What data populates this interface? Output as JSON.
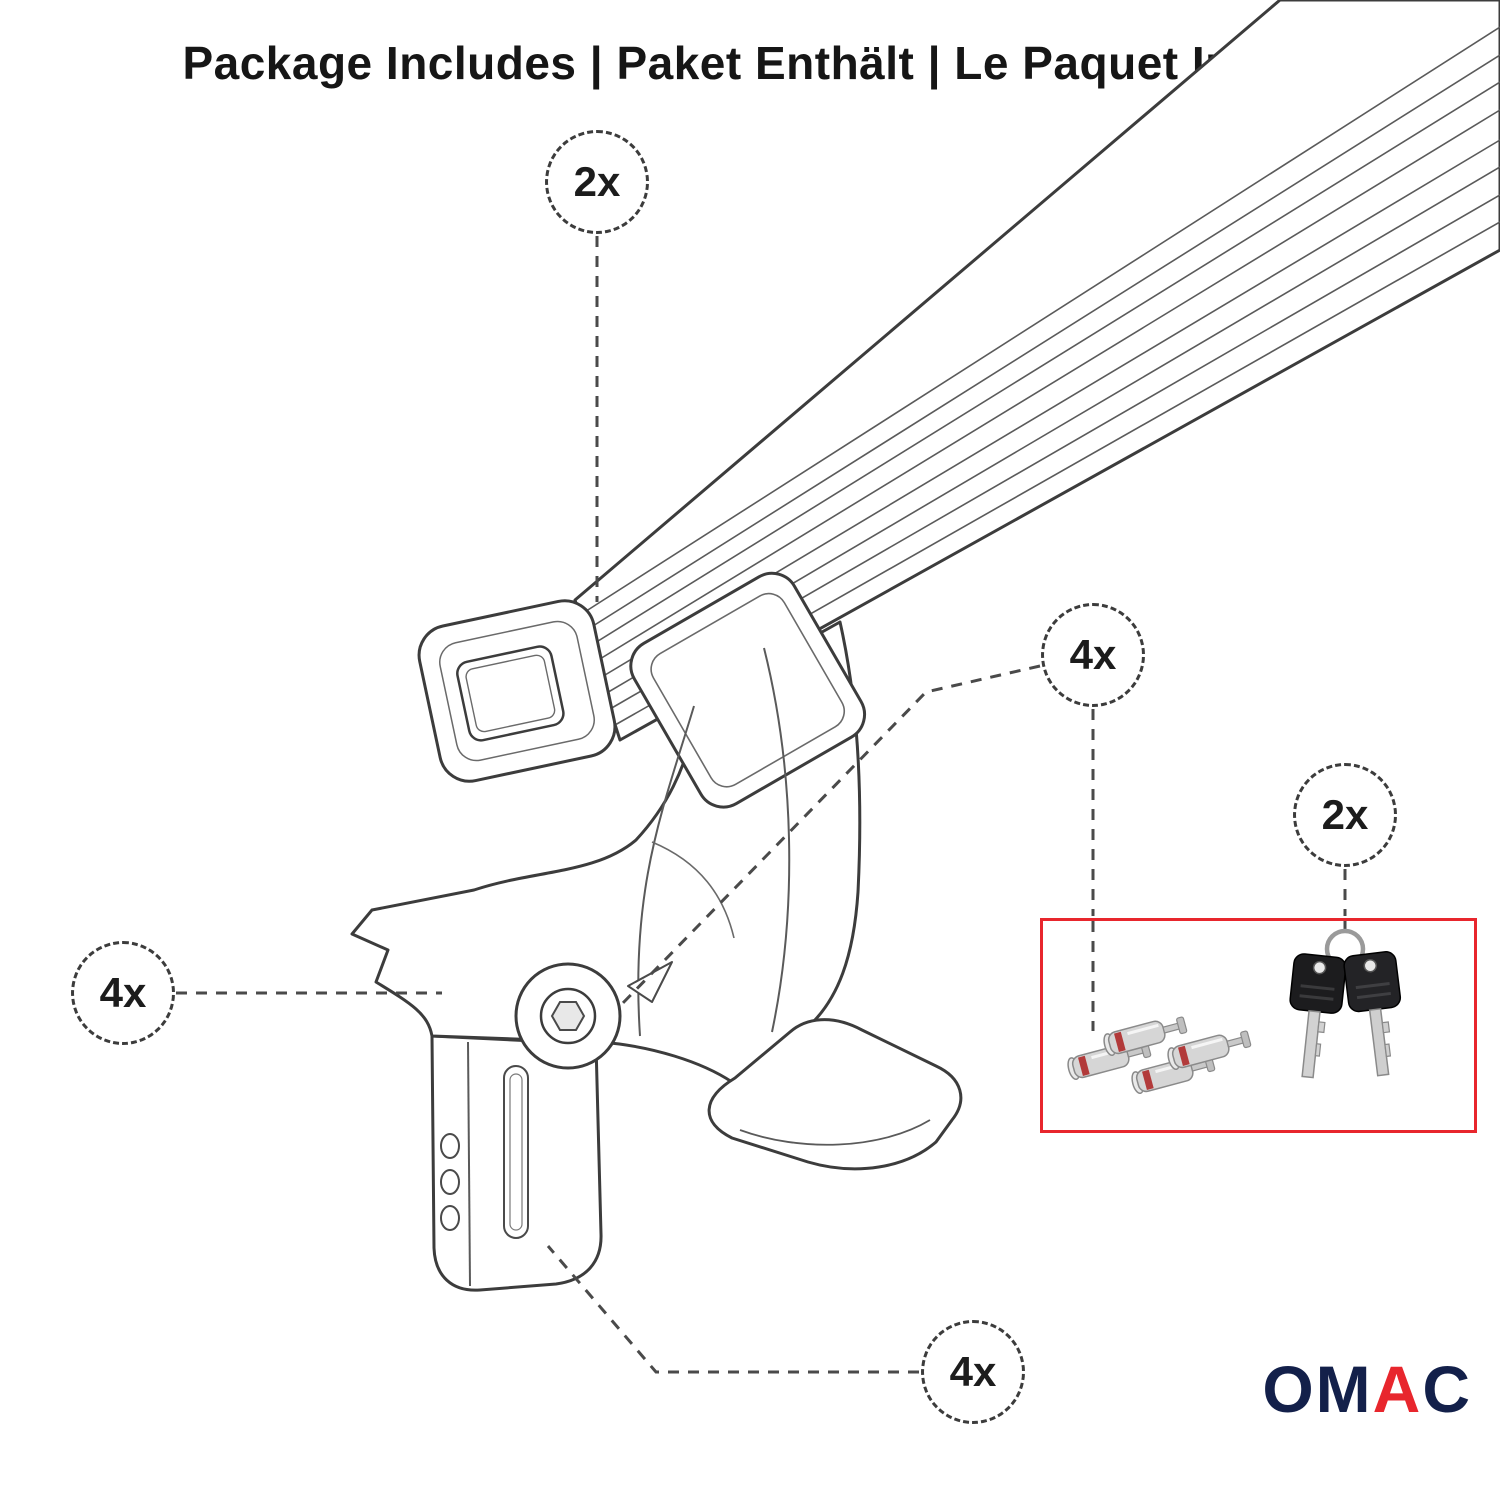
{
  "title": "Package Includes | Paket Enthält | Le Paquet Inclut",
  "callouts": {
    "crossbar_qty": "2x",
    "locks_qty": "4x",
    "keys_qty": "2x",
    "foot_qty": "4x",
    "clamp_qty": "4x"
  },
  "logo": {
    "o": "O",
    "m": "M",
    "a": "A",
    "c": "C"
  },
  "colors": {
    "accent_red": "#E8262D",
    "line_dark": "#3C3C3C",
    "logo_navy": "#13204A"
  }
}
